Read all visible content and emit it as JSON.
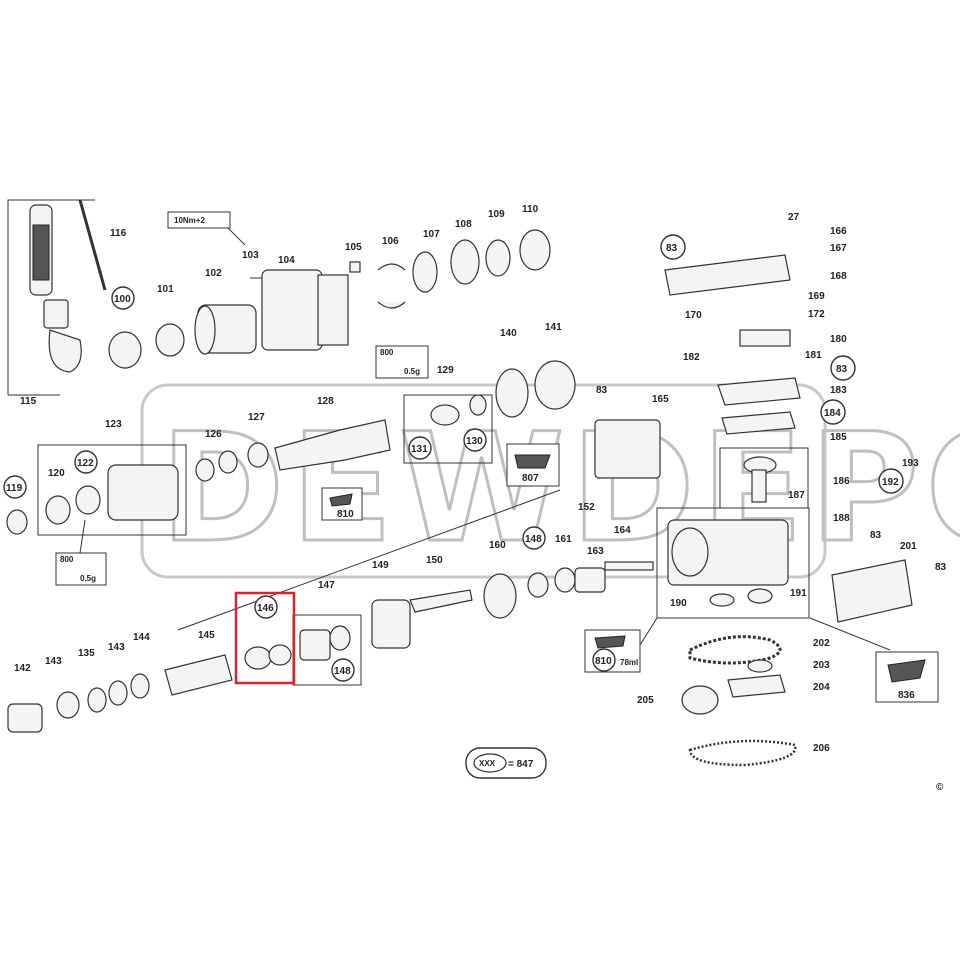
{
  "watermark": "DEWDEPO",
  "parts": {
    "p27": "27",
    "p166": "166",
    "p83a": "83",
    "p167": "167",
    "p168": "168",
    "p169": "169",
    "p170": "170",
    "p172": "172",
    "p180": "180",
    "p182": "182",
    "p181": "181",
    "p83b": "83",
    "p183": "183",
    "p184": "184",
    "p185": "185",
    "p186": "186",
    "p187": "187",
    "p188": "188",
    "p192": "192",
    "p193": "193",
    "p83c": "83",
    "p201": "201",
    "p83d": "83",
    "p190": "190",
    "p191": "191",
    "p202": "202",
    "p203": "203",
    "p204": "204",
    "p205": "205",
    "p206": "206",
    "p836": "836",
    "p116": "116",
    "p115": "115",
    "p100": "100",
    "p101": "101",
    "p102": "102",
    "p103": "103",
    "p104": "104",
    "p105": "105",
    "p106": "106",
    "p107": "107",
    "p108": "108",
    "p109": "109",
    "p110": "110",
    "p129": "129",
    "p140": "140",
    "p141": "141",
    "p83e": "83",
    "p165": "165",
    "p131": "131",
    "p130": "130",
    "p807": "807",
    "p123": "123",
    "p126": "126",
    "p127": "127",
    "p128": "128",
    "p810a": "810",
    "p119": "119",
    "p120": "120",
    "p122": "122",
    "p152": "152",
    "p164": "164",
    "p160": "160",
    "p148a": "148",
    "p161": "161",
    "p163": "163",
    "p149": "149",
    "p150": "150",
    "p147": "147",
    "p146": "146",
    "p148b": "148",
    "p145": "145",
    "p144": "144",
    "p143a": "143",
    "p135": "135",
    "p143b": "143",
    "p142": "142",
    "p810b": "810",
    "p800a": "800",
    "p800b": "800"
  },
  "notes": {
    "torque": "10Nm+2",
    "grease1": "0.5g",
    "grease2": "0.5g",
    "grease3": "78ml",
    "legend_code": "XXX",
    "legend_eq": "= 847",
    "copyright": "©"
  },
  "highlight_color": "#d9232d"
}
